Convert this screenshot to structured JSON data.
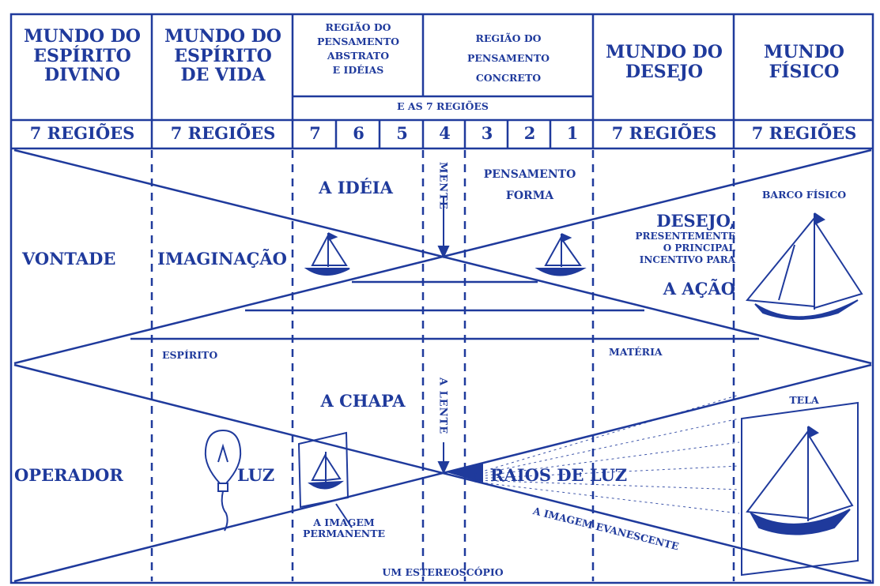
{
  "colors": {
    "ink": "#1f3a9c",
    "paper": "#ffffff"
  },
  "header": {
    "mundo_espirito_divino": "MUNDO DO\nESPÍRITO\nDIVINO",
    "mundo_espirito_vida": "MUNDO DO\nESPÍRITO\nDE VIDA",
    "regiao_abstrato": "REGIÃO DO\nPENSAMENTO\nABSTRATO\nE IDÉIAS",
    "regiao_concreto": "REGIÃO DO\nPENSAMENTO\nCONCRETO",
    "e_as_7_regioes": "E AS 7 REGIÕES",
    "mundo_desejo": "MUNDO DO\nDESEJO",
    "mundo_fisico": "MUNDO\nFÍSICO"
  },
  "regions_row": {
    "divino": "7 REGIÕES",
    "vida": "7 REGIÕES",
    "numbers": [
      "7",
      "6",
      "5",
      "4",
      "3",
      "2",
      "1"
    ],
    "desejo": "7 REGIÕES",
    "fisico": "7 REGIÕES"
  },
  "upper": {
    "vontade": "VONTADE",
    "imaginacao": "IMAGINAÇÃO",
    "a_ideia": "A IDÉIA",
    "mente": "MENTE",
    "pensamento_forma": "PENSAMENTO\nFORMA",
    "desejo": "DESEJO,",
    "desejo_text": "PRESENTEMENTE\nO PRINCIPAL\nINCENTIVO PARA",
    "a_acao": "A AÇÃO",
    "barco_fisico": "BARCO FÍSICO",
    "espirito": "ESPÍRITO",
    "materia": "MATÉRIA"
  },
  "lower": {
    "operador": "OPERADOR",
    "luz": "LUZ",
    "a_chapa": "A CHAPA",
    "a_lente": "A LENTE",
    "raios_de_luz": "RAIOS DE LUZ",
    "tela": "TELA",
    "imagem_permanente": "A IMAGEM\nPERMANENTE",
    "imagem_evanescente": "A IMAGEM EVANESCENTE",
    "um_estereoscopio": "UM ESTEREOSCÓPIO"
  }
}
